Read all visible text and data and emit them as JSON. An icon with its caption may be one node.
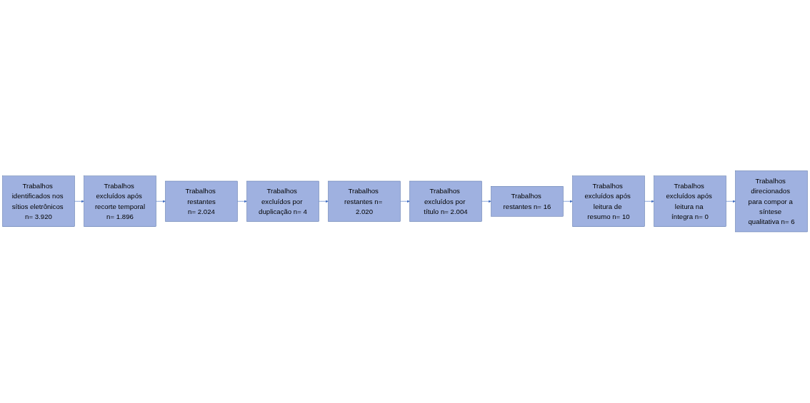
{
  "diagram": {
    "nodes": [
      {
        "text": [
          "Trabalhos identificados nos sítios eletrônicos n= 3.920"
        ]
      },
      {
        "text": [
          "Trabalhos excluídos após recorte temporal",
          "n= 1.896"
        ]
      },
      {
        "text": [
          "Trabalhos restantes",
          "n= 2.024"
        ]
      },
      {
        "text": [
          "Trabalhos excluídos por duplicação n= 4"
        ]
      },
      {
        "text": [
          "Trabalhos restantes n= 2.020"
        ]
      },
      {
        "text": [
          "Trabalhos excluídos por título n= 2.004"
        ]
      },
      {
        "text": [
          "Trabalhos restantes n= 16"
        ]
      },
      {
        "text": [
          "Trabalhos excluídos após leitura de resumo n= 10"
        ]
      },
      {
        "text": [
          "Trabalhos excluídos após leitura na íntegra n= 0"
        ]
      },
      {
        "text": [
          "Trabalhos direcionados para compor a síntese qualitativa n= 6"
        ]
      }
    ],
    "edges": [
      {
        "from": 0,
        "to": 1,
        "arrow": "to"
      },
      {
        "from": 1,
        "to": 2,
        "arrow": "to"
      },
      {
        "from": 2,
        "to": 3,
        "arrow": "to"
      },
      {
        "from": 3,
        "to": 4,
        "arrow": "to"
      },
      {
        "from": 4,
        "to": 5,
        "arrow": "to"
      },
      {
        "from": 5,
        "to": 6,
        "arrow": "to"
      },
      {
        "from": 6,
        "to": 7,
        "arrow": "to"
      },
      {
        "from": 7,
        "to": 8,
        "arrow": "to"
      },
      {
        "from": 8,
        "to": 9,
        "arrow": "to"
      }
    ]
  }
}
